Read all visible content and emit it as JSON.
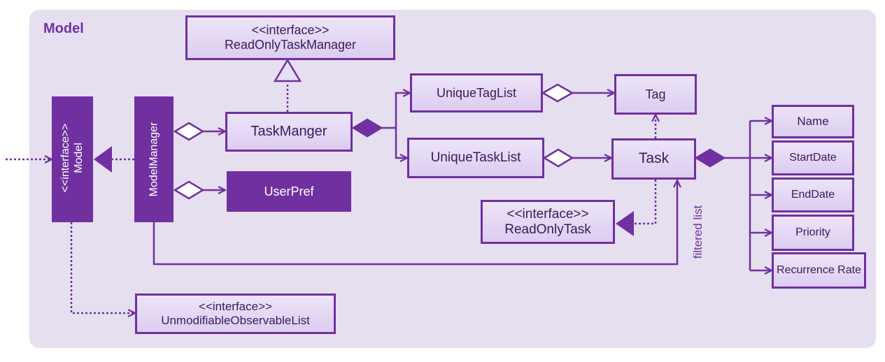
{
  "package": {
    "title": "Model"
  },
  "classes": {
    "read_only_task_manager": {
      "stereotype": "<<interface>>",
      "name": "ReadOnlyTaskManager"
    },
    "model": {
      "stereotype": "<<interface>>",
      "name": "Model"
    },
    "model_manager": {
      "name": "ModelManager"
    },
    "task_manger": {
      "name": "TaskManger"
    },
    "user_pref": {
      "name": "UserPref"
    },
    "unique_tag_list": {
      "name": "UniqueTagList"
    },
    "unique_task_list": {
      "name": "UniqueTaskList"
    },
    "tag": {
      "name": "Tag"
    },
    "task": {
      "name": "Task"
    },
    "read_only_task": {
      "stereotype": "<<interface>>",
      "name": "ReadOnlyTask"
    },
    "unmodifiable_observable_list": {
      "stereotype": "<<interface>>",
      "name": "UnmodifiableObservableList"
    },
    "name": {
      "name": "Name"
    },
    "start_date": {
      "name": "StartDate"
    },
    "end_date": {
      "name": "EndDate"
    },
    "priority": {
      "name": "Priority"
    },
    "recurrence_rate": {
      "name": "Recurrence Rate"
    }
  },
  "labels": {
    "filtered_list": "filtered list"
  },
  "colors": {
    "accent": "#7030a0",
    "box_fill": "#e4dbf4",
    "package_fill": "#e6dff0",
    "title": "#6f33a6"
  }
}
